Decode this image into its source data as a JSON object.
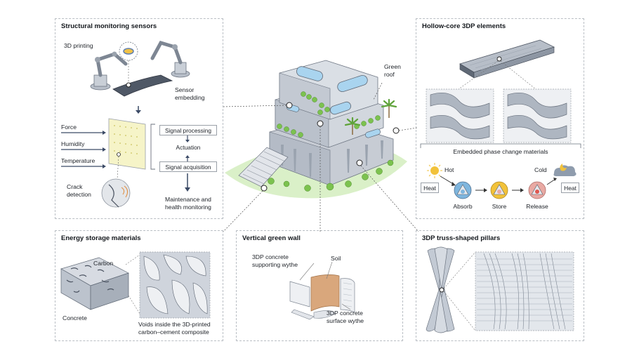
{
  "panels": {
    "structural_monitoring": {
      "title": "Structural monitoring sensors",
      "labels": {
        "printing": "3D printing",
        "sensor_line1": "Sensor",
        "sensor_line2": "embedding",
        "force": "Force",
        "humidity": "Humidity",
        "temperature": "Temperature",
        "crack_line1": "Crack",
        "crack_line2": "detection",
        "signal_processing": "Signal processing",
        "actuation": "Actuation",
        "signal_acquisition": "Signal acquisition",
        "maintenance_line1": "Maintenance and",
        "maintenance_line2": "health monitoring"
      }
    },
    "hollow_core": {
      "title": "Hollow-core 3DP elements",
      "labels": {
        "embedded": "Embedded phase change materials",
        "hot": "Hot",
        "cold": "Cold",
        "heat_left": "Heat",
        "heat_right": "Heat",
        "absorb": "Absorb",
        "store": "Store",
        "release": "Release"
      }
    },
    "energy_storage": {
      "title": "Energy storage materials",
      "labels": {
        "carbon": "Carbon",
        "concrete": "Concrete",
        "voids_line1": "Voids inside the 3D-printed",
        "voids_line2": "carbon–cement composite"
      }
    },
    "green_wall": {
      "title": "Vertical green wall",
      "labels": {
        "support_line1": "3DP concrete",
        "support_line2": "supporting wythe",
        "soil": "Soil",
        "surface_line1": "3DP concrete",
        "surface_line2": "surface wythe"
      }
    },
    "truss_pillars": {
      "title": "3DP truss-shaped pillars"
    }
  },
  "building": {
    "green_roof_line1": "Green",
    "green_roof_line2": "roof"
  },
  "colors": {
    "concrete": "#c7ccd4",
    "concrete_dark": "#8a93a0",
    "window": "#a9d4ef",
    "green": "#7cc24f",
    "green_glow": "#d6eec2",
    "soil": "#d9a77c",
    "hot": "#f2c23a",
    "cold": "#8fa0b3",
    "pcm_blue": "#7fb6de"
  }
}
